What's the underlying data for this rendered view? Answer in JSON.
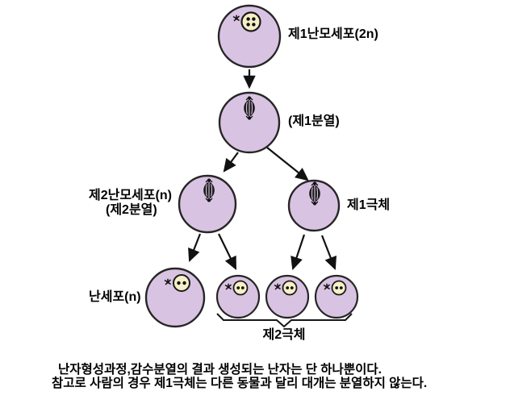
{
  "diagram": {
    "title_context": "oogenesis-meiosis-diagram",
    "colors": {
      "background": "#ffffff",
      "cell_fill": "#d9c3e2",
      "cell_stroke": "#262626",
      "nucleus_fill": "#f7f0c6",
      "ink": "#111111"
    },
    "labels": {
      "primary_oocyte": "제1난모세포(2n)",
      "first_division": "(제1분열)",
      "secondary_oocyte": "제2난모세포(n)",
      "second_division": "(제2분열)",
      "first_polar_body": "제1극체",
      "egg_cell": "난세포(n)",
      "second_polar_body": "제2극체"
    },
    "caption": {
      "line1": "난자형성과정,감수분열의 결과 생성되는 난자는 단 하나뿐이다.",
      "line2": "참고로 사람의 경우 제1극체는 다른 동물과 달리 대개는 분열하지 않는다."
    }
  }
}
